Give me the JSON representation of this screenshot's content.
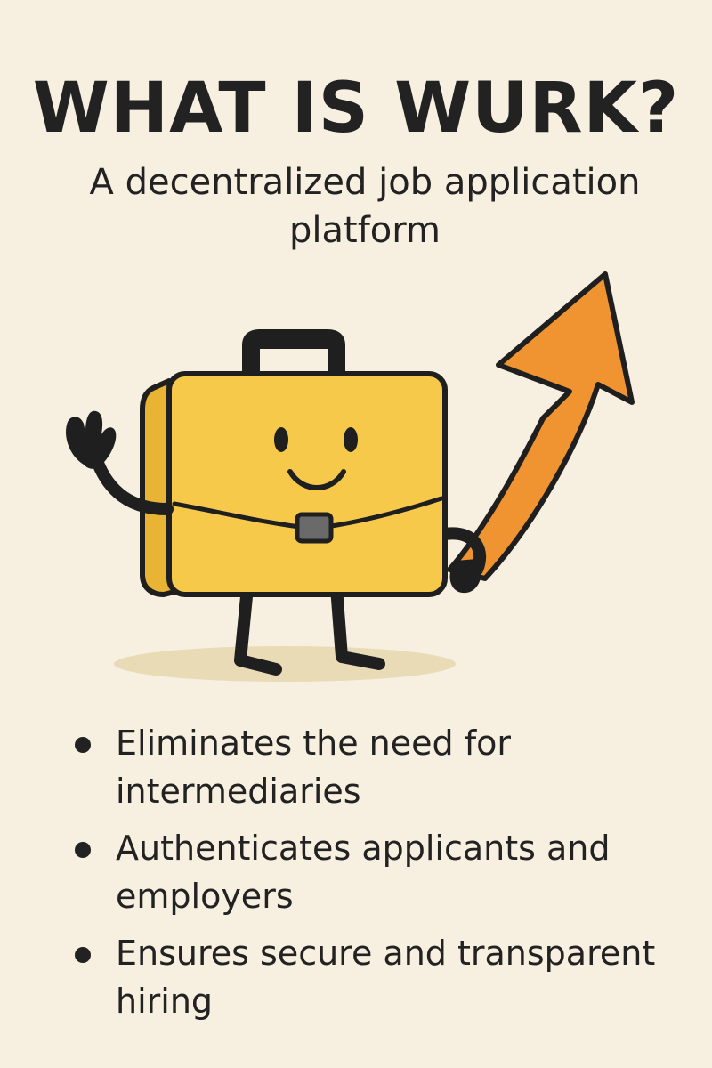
{
  "header": {
    "title": "WHAT IS WURK?",
    "subtitle": "A decentralized job application platform"
  },
  "illustration": {
    "subject": "briefcase-mascot",
    "accent_colors": {
      "briefcase": "#f7c94b",
      "briefcase_side": "#e9b334",
      "arrow": "#ef9430",
      "outline": "#1f1f1f",
      "clasp": "#6a6a6a",
      "shadow": "#eadbb7"
    }
  },
  "bullets": [
    {
      "text": "Eliminates the need for intermediaries"
    },
    {
      "text": "Authenticates applicants and employers"
    },
    {
      "text": "Ensures secure and transparent hiring"
    }
  ],
  "colors": {
    "background": "#f7efdf",
    "text": "#222222"
  }
}
